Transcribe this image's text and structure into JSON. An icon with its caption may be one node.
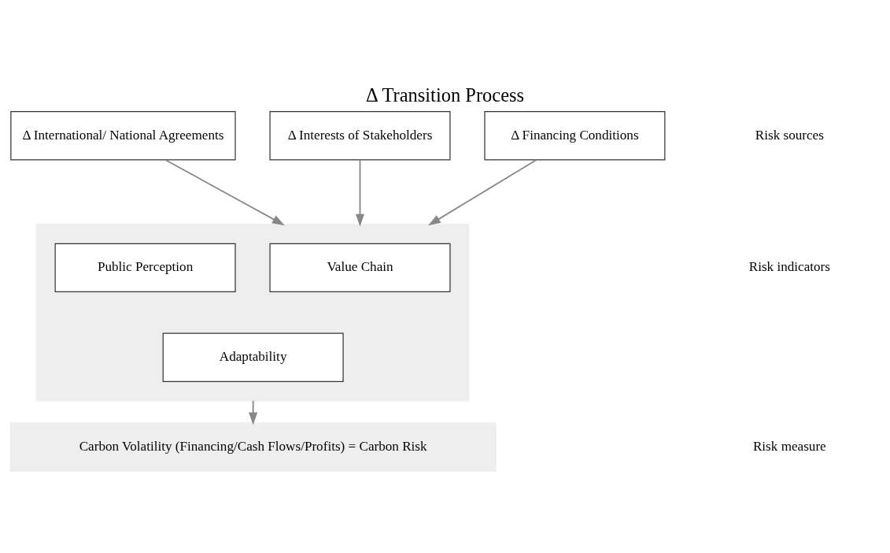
{
  "diagram": {
    "title": "Δ Transition Process",
    "nodes": [
      {
        "text": [
          "Δ International/ National Agreements"
        ]
      },
      {
        "text": [
          "Δ Interests of Stakeholders"
        ]
      },
      {
        "text": [
          "Δ Financing Conditions"
        ]
      },
      {
        "text": [],
        "shape": "band"
      },
      {
        "text": [
          "Value Chain"
        ],
        "in": 3
      },
      {
        "text": [
          "Public Perception"
        ],
        "in": 3
      },
      {
        "text": [
          "Adaptability"
        ],
        "in": 3
      },
      {
        "text": [
          "Carbon Volatility (Financing/Cash Flows/Profits) = Carbon Risk"
        ]
      }
    ],
    "edges": [
      {
        "from": 0,
        "to": 3,
        "arrow": "to"
      },
      {
        "from": 1,
        "to": 3,
        "arrow": "to"
      },
      {
        "from": 2,
        "to": 3,
        "arrow": "to"
      },
      {
        "from": 3,
        "to": 7,
        "arrow": "to"
      }
    ],
    "labels": [
      "Risk sources",
      "Risk indicators",
      "Risk measure"
    ]
  }
}
